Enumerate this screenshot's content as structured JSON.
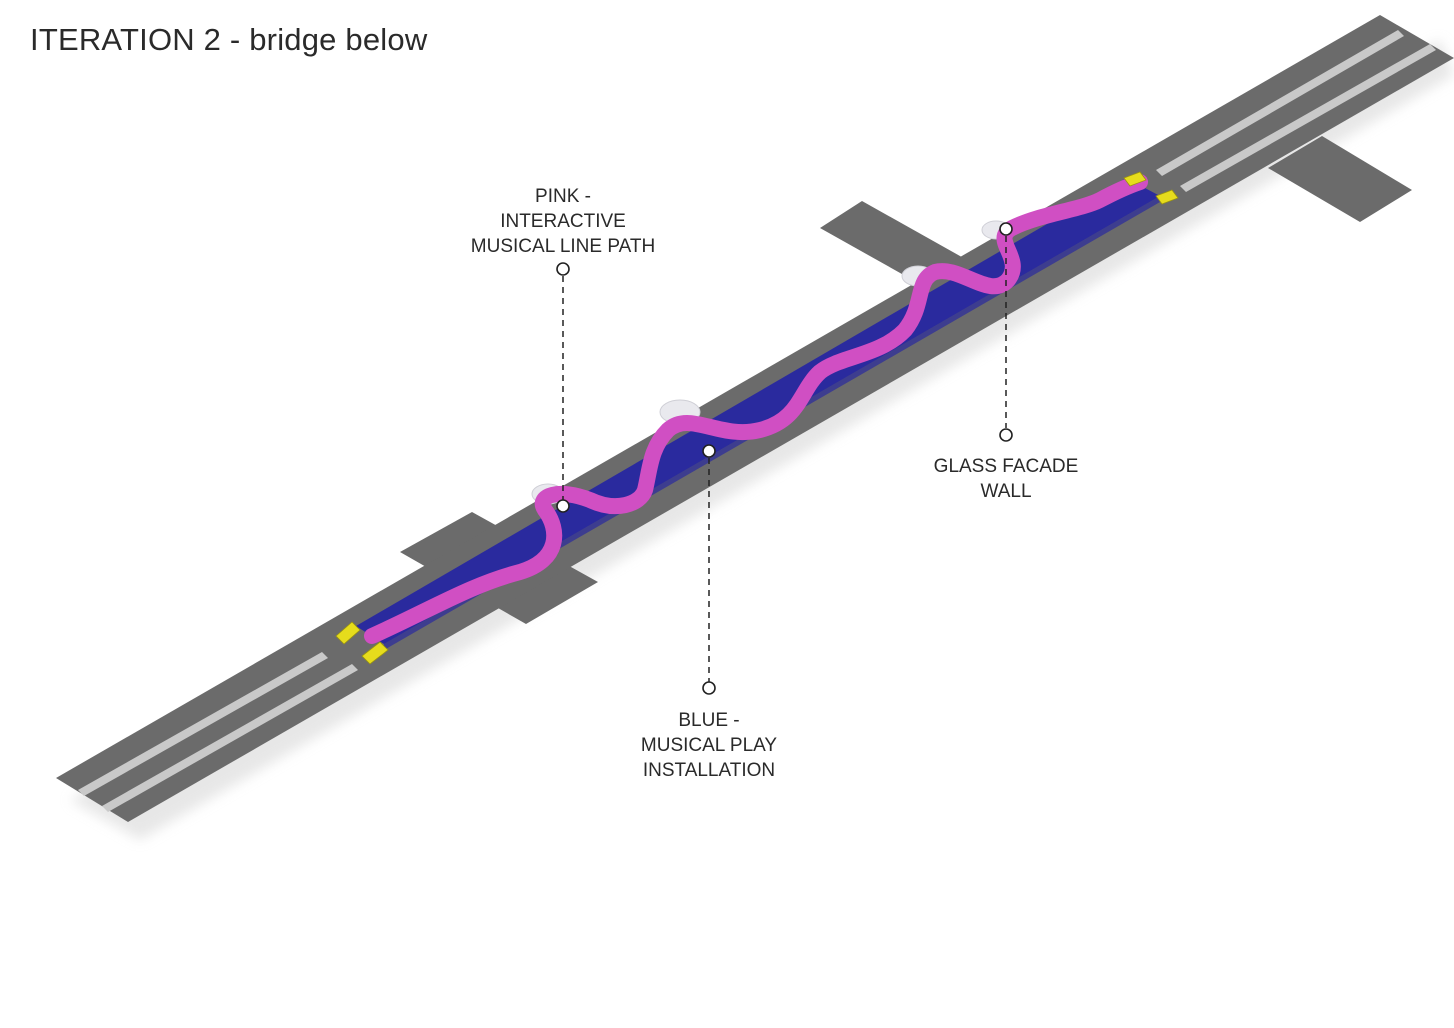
{
  "title": "ITERATION 2 - bridge below",
  "colors": {
    "road": "#6b6b6b",
    "road_marking": "#c9c9c9",
    "bridge_blue": "#2a2a9e",
    "pink_path": "#d04fc3",
    "glass": "#e9e9ee",
    "ramp_yellow": "#e6dc1c",
    "leader_line": "#222222"
  },
  "callouts": {
    "pink": {
      "lines": [
        "PINK -",
        "INTERACTIVE",
        "MUSICAL LINE PATH"
      ]
    },
    "blue": {
      "lines": [
        "BLUE -",
        "MUSICAL PLAY",
        "INSTALLATION"
      ]
    },
    "glass": {
      "lines": [
        "GLASS FACADE",
        "WALL"
      ]
    }
  }
}
